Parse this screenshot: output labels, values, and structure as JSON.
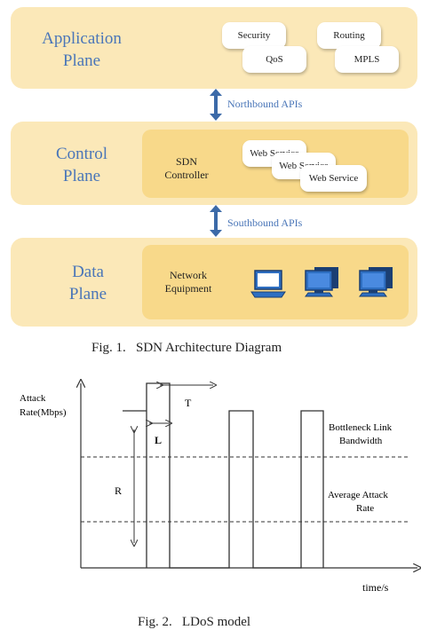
{
  "architecture": {
    "application_plane": {
      "title_line1": "Application",
      "title_line2": "Plane",
      "pills": [
        "Security",
        "Routing",
        "QoS",
        "MPLS"
      ]
    },
    "northbound": "Northbound APIs",
    "control_plane": {
      "title_line1": "Control",
      "title_line2": "Plane",
      "controller_line1": "SDN",
      "controller_line2": "Controller",
      "services": [
        "Web Service",
        "Web Service",
        "Web Service"
      ]
    },
    "southbound": "Southbound APIs",
    "data_plane": {
      "title_line1": "Data",
      "title_line2": "Plane",
      "equipment_line1": "Network",
      "equipment_line2": "Equipment",
      "icons": [
        "laptop-icon",
        "desktop-icon",
        "desktop-icon"
      ]
    },
    "caption": "Fig. 1.   SDN Architecture Diagram"
  },
  "ldos": {
    "y_label_line1": "Attack",
    "y_label_line2": "Rate(Mbps)",
    "x_label": "time/s",
    "label_T": "T",
    "label_L": "L",
    "label_R": "R",
    "bottleneck_line1": "Bottleneck Link",
    "bottleneck_line2": "Bandwidth",
    "average_line1": "Average Attack",
    "average_line2": "Rate",
    "caption": "Fig. 2.   LDoS model"
  },
  "colors": {
    "title_blue": "#4a76b8",
    "plane_bg": "#fbe8b8",
    "inner_bg": "#f8d98a",
    "arrow_blue": "#3c6aa8"
  }
}
